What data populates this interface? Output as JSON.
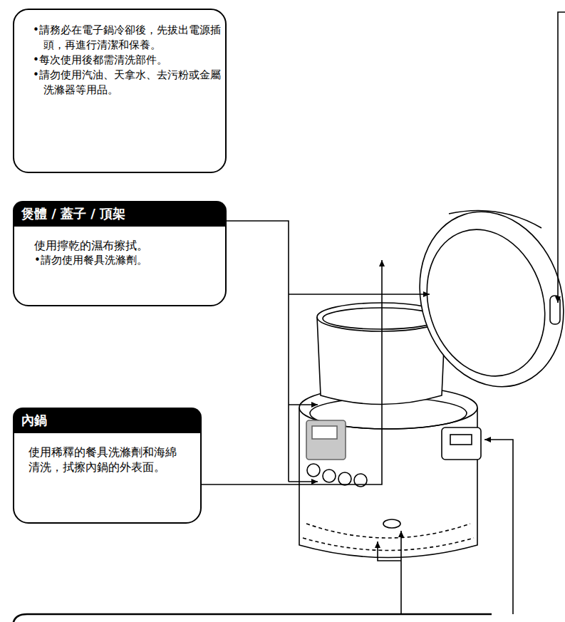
{
  "diagram": {
    "nodes": [
      {
        "text": [
          "•請務必在電子鍋冷卻後，先拔出電源插頭，再進行清潔和保養。",
          "•每次使用後都需清洗部件。",
          "•請勿使用汽油、天拿水、去污粉或金屬洗滌器等用品。"
        ]
      },
      {
        "text": [
          "煲體 / 蓋子 / 頂架",
          "使用擰乾的濕布擦拭。",
          "•請勿使用餐具洗滌劑。"
        ]
      },
      {
        "text": [
          "內鍋",
          "使用稀釋的餐具洗滌劑和海綿清洗，拭擦內鍋的外表面。"
        ]
      }
    ]
  }
}
